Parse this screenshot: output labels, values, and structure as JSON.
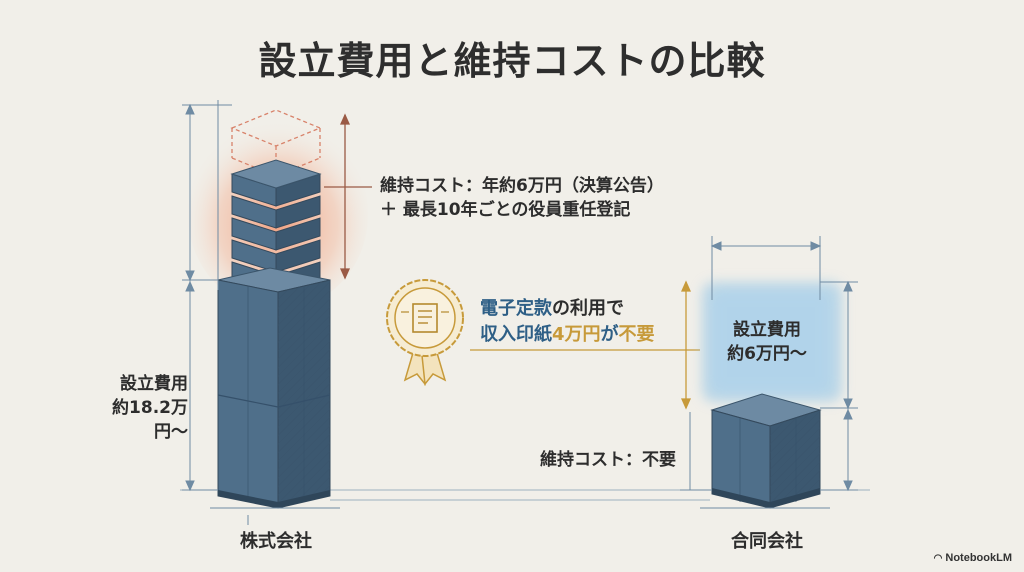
{
  "title": "設立費用と維持コストの比較",
  "kabushiki": {
    "name": "株式会社",
    "setup_cost_line1": "設立費用",
    "setup_cost_line2": "約18.2万円〜",
    "maintenance_line1": "維持コスト：年約6万円（決算公告）",
    "maintenance_line2": "＋ 最長10年ごとの役員重任登記"
  },
  "godo": {
    "name": "合同会社",
    "setup_cost_line1": "設立費用",
    "setup_cost_line2": "約6万円〜",
    "maintenance": "維持コスト：不要"
  },
  "seal_note": {
    "line1_highlight": "電子定款",
    "line1_rest": "の利用で",
    "line2_a": "収入印紙",
    "line2_highlight": "4万円",
    "line2_b": "が",
    "line2_c": "不要"
  },
  "brand": "NotebookLM",
  "colors": {
    "block_front": "#4f6f8a",
    "block_side": "#3c5870",
    "block_top": "#6d8aa3",
    "dimension_line": "#6f8ba3",
    "maintenance_accent": "#9a5a45",
    "gold": "#c79a3a",
    "glow": "#f08a62",
    "highlight_blue": "#8fc3e6"
  }
}
